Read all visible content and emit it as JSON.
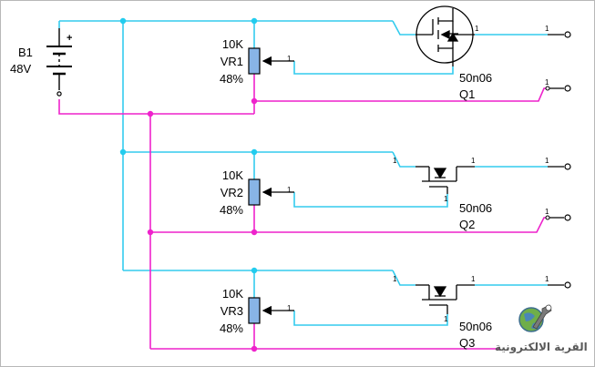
{
  "battery": {
    "ref": "B1",
    "value": "48V",
    "plus": "+"
  },
  "pots": [
    {
      "resistance": "10K",
      "ref": "VR1",
      "percent": "48%",
      "pin": "1"
    },
    {
      "resistance": "10K",
      "ref": "VR2",
      "percent": "48%",
      "pin": "1"
    },
    {
      "resistance": "10K",
      "ref": "VR3",
      "percent": "48%",
      "pin": "1"
    }
  ],
  "mosfets": [
    {
      "part": "50n06",
      "ref": "Q1"
    },
    {
      "part": "50n06",
      "ref": "Q2"
    },
    {
      "part": "50n06",
      "ref": "Q3"
    }
  ],
  "terminal_pin": "1",
  "colors": {
    "positive_wire": "#33ccee",
    "negative_wire": "#ee22cc",
    "junction_pos": "#22ccee",
    "junction_neg": "#ee22cc",
    "pot_body": "#88b4e6",
    "component": "#000000"
  },
  "logo": {
    "text": "القرية الالكترونية",
    "icon": "globe-wrench-icon"
  }
}
